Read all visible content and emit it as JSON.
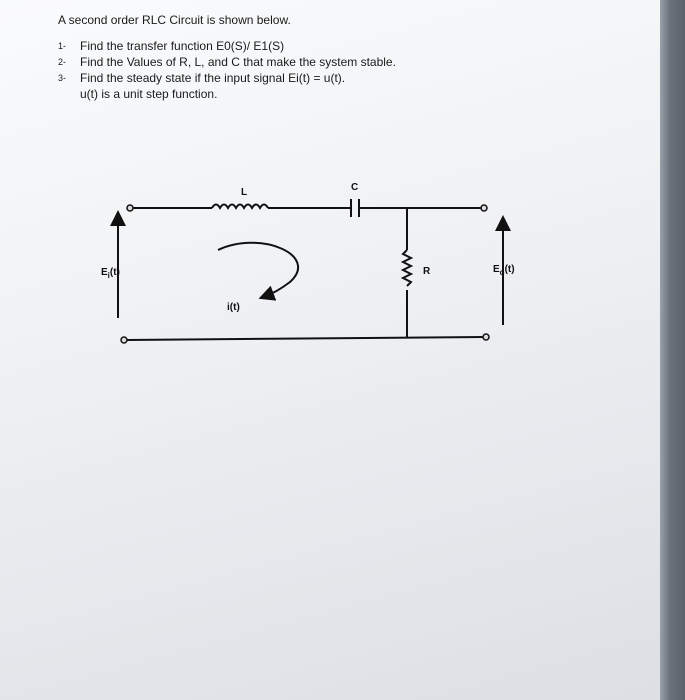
{
  "intro": "A second order RLC Circuit is shown below.",
  "questions": [
    {
      "num": "1-",
      "text": "Find the transfer function E0(S)/ E1(S)"
    },
    {
      "num": "2-",
      "text": "Find the Values of R, L, and C that make the system stable."
    },
    {
      "num": "3-",
      "text": "Find the steady state if the input signal Ei(t) = u(t)."
    }
  ],
  "note": "u(t) is a unit step function.",
  "circuit": {
    "inductor_label": "L",
    "capacitor_label": "C",
    "resistor_label": "R",
    "current_label": "i(t)",
    "input_label": "E",
    "input_sub": "i",
    "input_arg": "(t)",
    "output_label": "E",
    "output_sub": "o",
    "output_arg": "(t)"
  }
}
